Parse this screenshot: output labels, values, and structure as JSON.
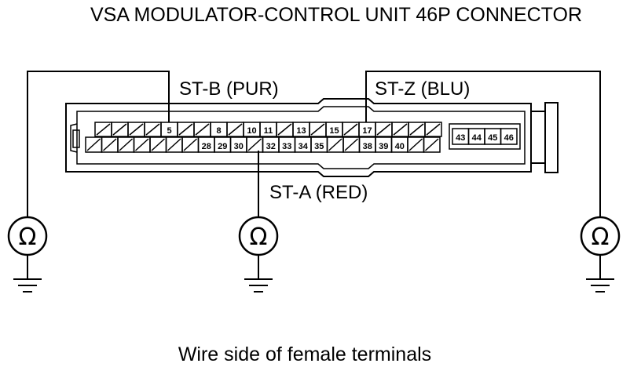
{
  "title": "VSA MODULATOR-CONTROL UNIT 46P CONNECTOR",
  "caption": "Wire side of female terminals",
  "wires": {
    "st_b": "ST-B (PUR)",
    "st_z": "ST-Z (BLU)",
    "st_a": "ST-A (RED)"
  },
  "ohm_symbol": "Ω",
  "connector": {
    "top_row": [
      {
        "label": ""
      },
      {
        "label": ""
      },
      {
        "label": ""
      },
      {
        "label": ""
      },
      {
        "label": "5"
      },
      {
        "label": ""
      },
      {
        "label": ""
      },
      {
        "label": "8"
      },
      {
        "label": ""
      },
      {
        "label": "10"
      },
      {
        "label": "11"
      },
      {
        "label": ""
      },
      {
        "label": "13"
      },
      {
        "label": ""
      },
      {
        "label": "15"
      },
      {
        "label": ""
      },
      {
        "label": "17"
      },
      {
        "label": ""
      },
      {
        "label": ""
      },
      {
        "label": ""
      },
      {
        "label": ""
      }
    ],
    "bottom_row": [
      {
        "label": ""
      },
      {
        "label": ""
      },
      {
        "label": ""
      },
      {
        "label": ""
      },
      {
        "label": ""
      },
      {
        "label": ""
      },
      {
        "label": ""
      },
      {
        "label": "28"
      },
      {
        "label": "29"
      },
      {
        "label": "30"
      },
      {
        "label": ""
      },
      {
        "label": "32"
      },
      {
        "label": "33"
      },
      {
        "label": "34"
      },
      {
        "label": "35"
      },
      {
        "label": ""
      },
      {
        "label": ""
      },
      {
        "label": "38"
      },
      {
        "label": "39"
      },
      {
        "label": "40"
      },
      {
        "label": ""
      },
      {
        "label": ""
      }
    ],
    "large_pins": [
      "43",
      "44",
      "45",
      "46"
    ]
  }
}
